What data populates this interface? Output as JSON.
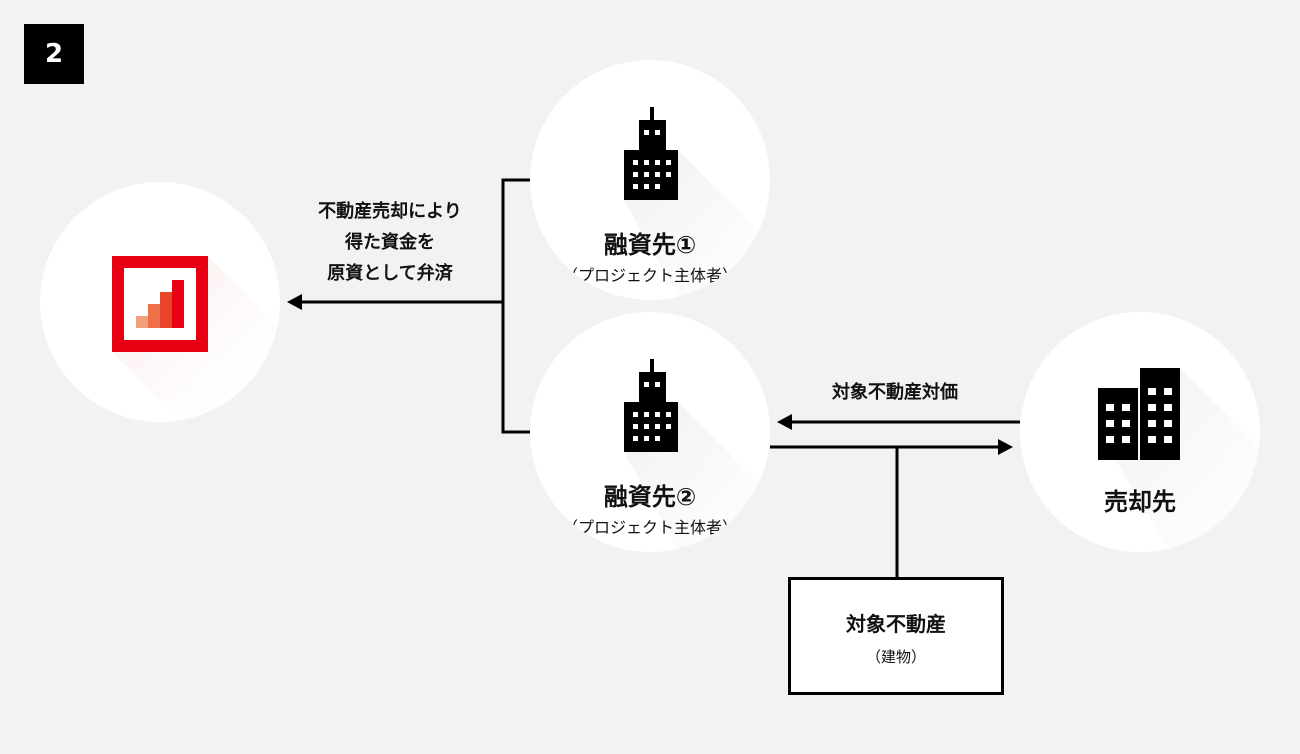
{
  "step_number": "2",
  "lender_label": "融資先①",
  "lender_sub": "（プロジェクト主体者）",
  "lender2_label": "融資先②",
  "lender2_sub": "（プロジェクト主体者）",
  "buyer_label": "売却先",
  "repayment_lines": [
    "不動産売却により",
    "得た資金を",
    "原資として弁済"
  ],
  "payment_label": "対象不動産対価",
  "property_title": "対象不動産",
  "property_sub": "（建物）",
  "colors": {
    "brand_red": "#e60012",
    "background": "#f2f2f2"
  }
}
